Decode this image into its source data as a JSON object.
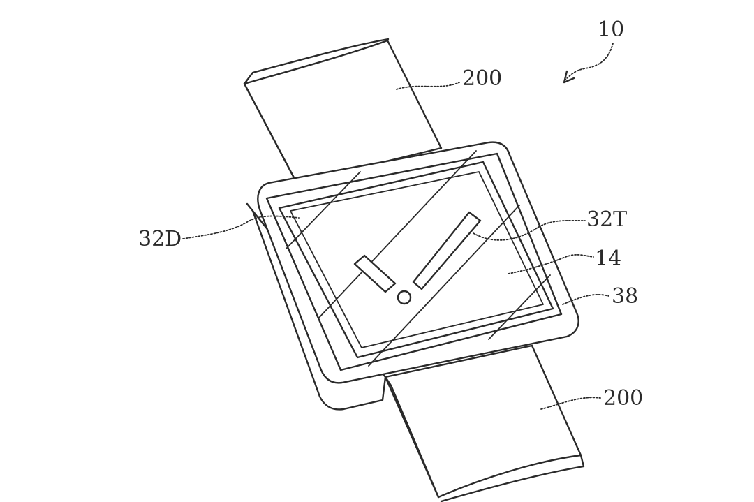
{
  "figure": {
    "ref_device": "10",
    "ref_band_top": "200",
    "ref_band_bottom": "200",
    "ref_display": "32D",
    "ref_touch": "32T",
    "ref_cover": "14",
    "ref_housing": "38"
  }
}
